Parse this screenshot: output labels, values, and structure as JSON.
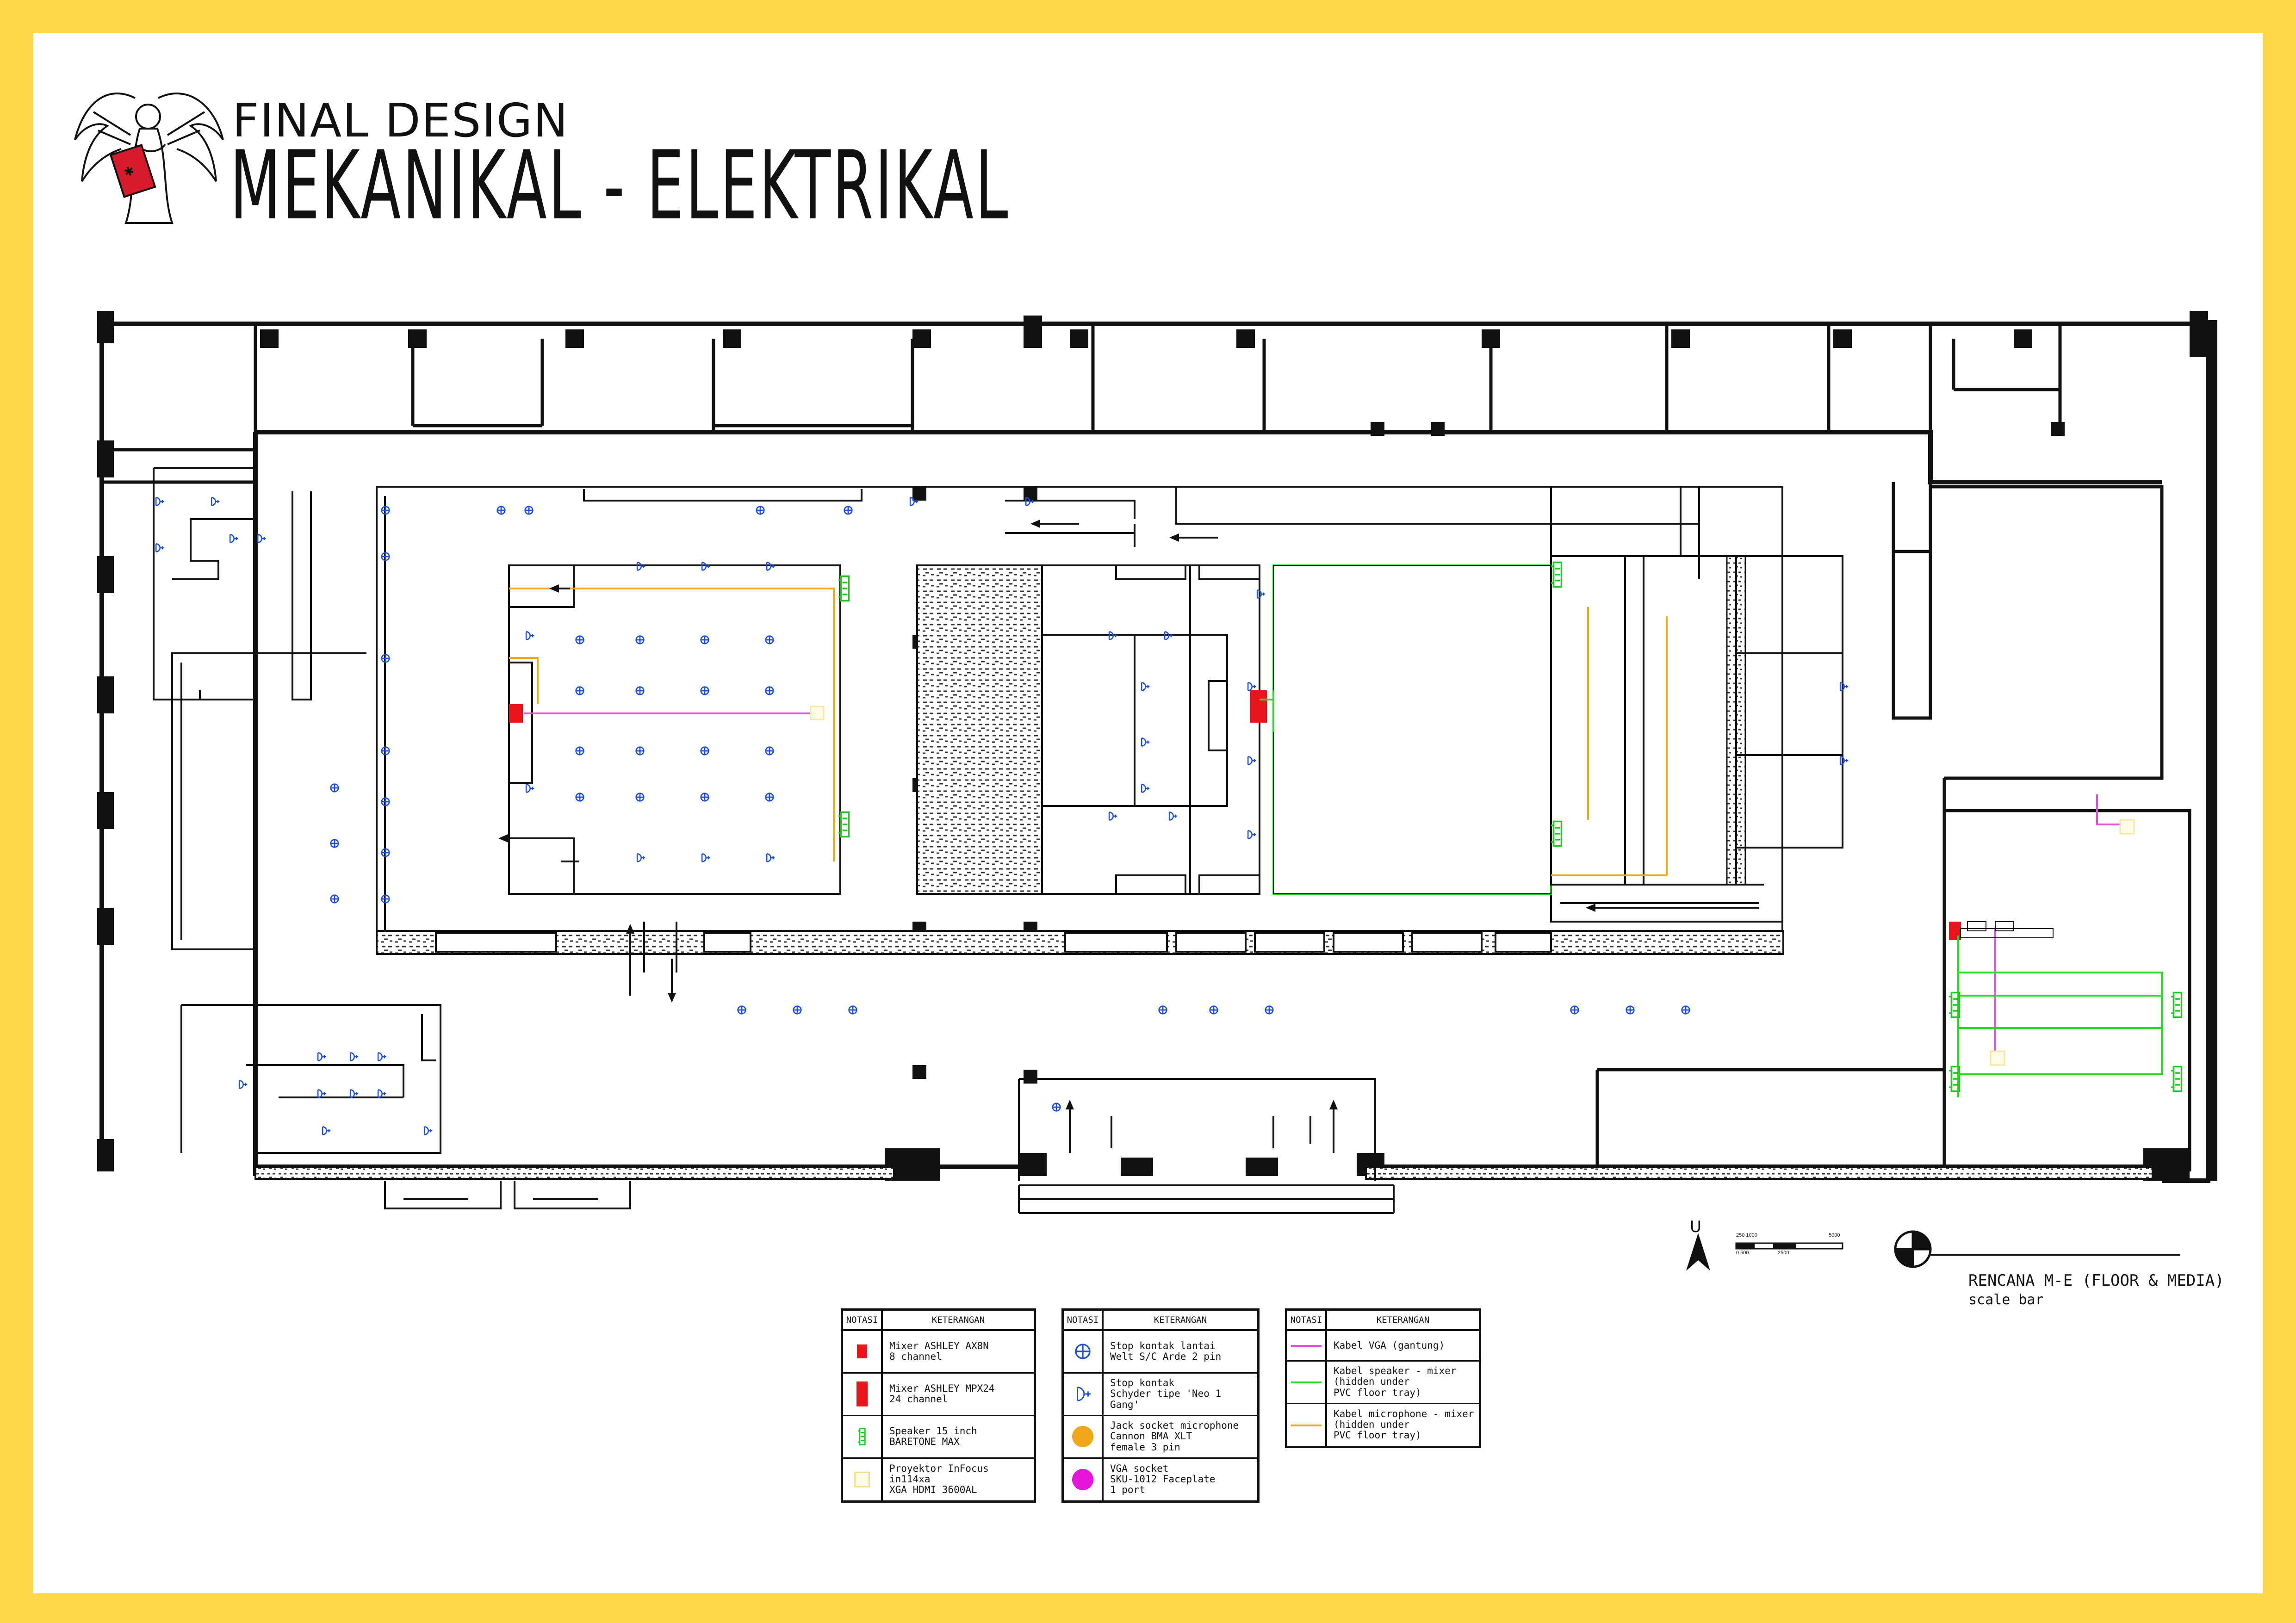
{
  "header": {
    "subtitle": "FINAL DESIGN",
    "title": "MEKANIKAL - ELEKTRIKAL"
  },
  "drawing": {
    "caption": "RENCANA M-E (FLOOR & MEDIA)",
    "scale_label": "scale bar",
    "north_label": "U",
    "scale_ticks": [
      "250 1000",
      "0 500",
      "2500",
      "5000"
    ]
  },
  "colors": {
    "page_border": "#FFD84A",
    "wall": "#111111",
    "socket_symbol": "#1f4fd6",
    "vga_cable": "#e64ce0",
    "speaker_cable": "#22dd22",
    "microphone_cable": "#f0a81a",
    "mixer": "#e8141c"
  },
  "legend_tables": [
    {
      "header_notation": "NOTASI",
      "header_description": "KETERANGAN",
      "rows": [
        {
          "icon": "mixer-small-icon",
          "lines": [
            "Mixer ASHLEY AX8N",
            "8 channel"
          ]
        },
        {
          "icon": "mixer-large-icon",
          "lines": [
            "Mixer ASHLEY MPX24",
            "24 channel"
          ]
        },
        {
          "icon": "speaker-icon",
          "lines": [
            "Speaker 15 inch",
            "BARETONE MAX"
          ]
        },
        {
          "icon": "projector-icon",
          "lines": [
            "Proyektor InFocus in114xa",
            "XGA HDMI 3600AL"
          ]
        }
      ]
    },
    {
      "header_notation": "NOTASI",
      "header_description": "KETERANGAN",
      "rows": [
        {
          "icon": "floor-socket-icon",
          "lines": [
            "Stop kontak lantai",
            "Welt S/C Arde 2 pin"
          ]
        },
        {
          "icon": "wall-socket-icon",
          "lines": [
            "Stop kontak",
            "Schyder tipe 'Neo 1 Gang'"
          ]
        },
        {
          "icon": "mic-jack-icon",
          "lines": [
            "Jack socket microphone",
            "Cannon BMA XLT",
            "female 3 pin"
          ]
        },
        {
          "icon": "vga-socket-icon",
          "lines": [
            "VGA socket",
            "SKU-1012 Faceplate",
            "1 port"
          ]
        }
      ]
    },
    {
      "header_notation": "NOTASI",
      "header_description": "KETERANGAN",
      "rows": [
        {
          "icon": "vga-cable-icon",
          "lines": [
            "Kabel VGA (gantung)"
          ]
        },
        {
          "icon": "speaker-cable-icon",
          "lines": [
            "Kabel speaker - mixer",
            "(hidden under",
            "PVC floor tray)"
          ]
        },
        {
          "icon": "mic-cable-icon",
          "lines": [
            "Kabel microphone - mixer",
            "(hidden under",
            "PVC floor tray)"
          ]
        }
      ]
    }
  ]
}
